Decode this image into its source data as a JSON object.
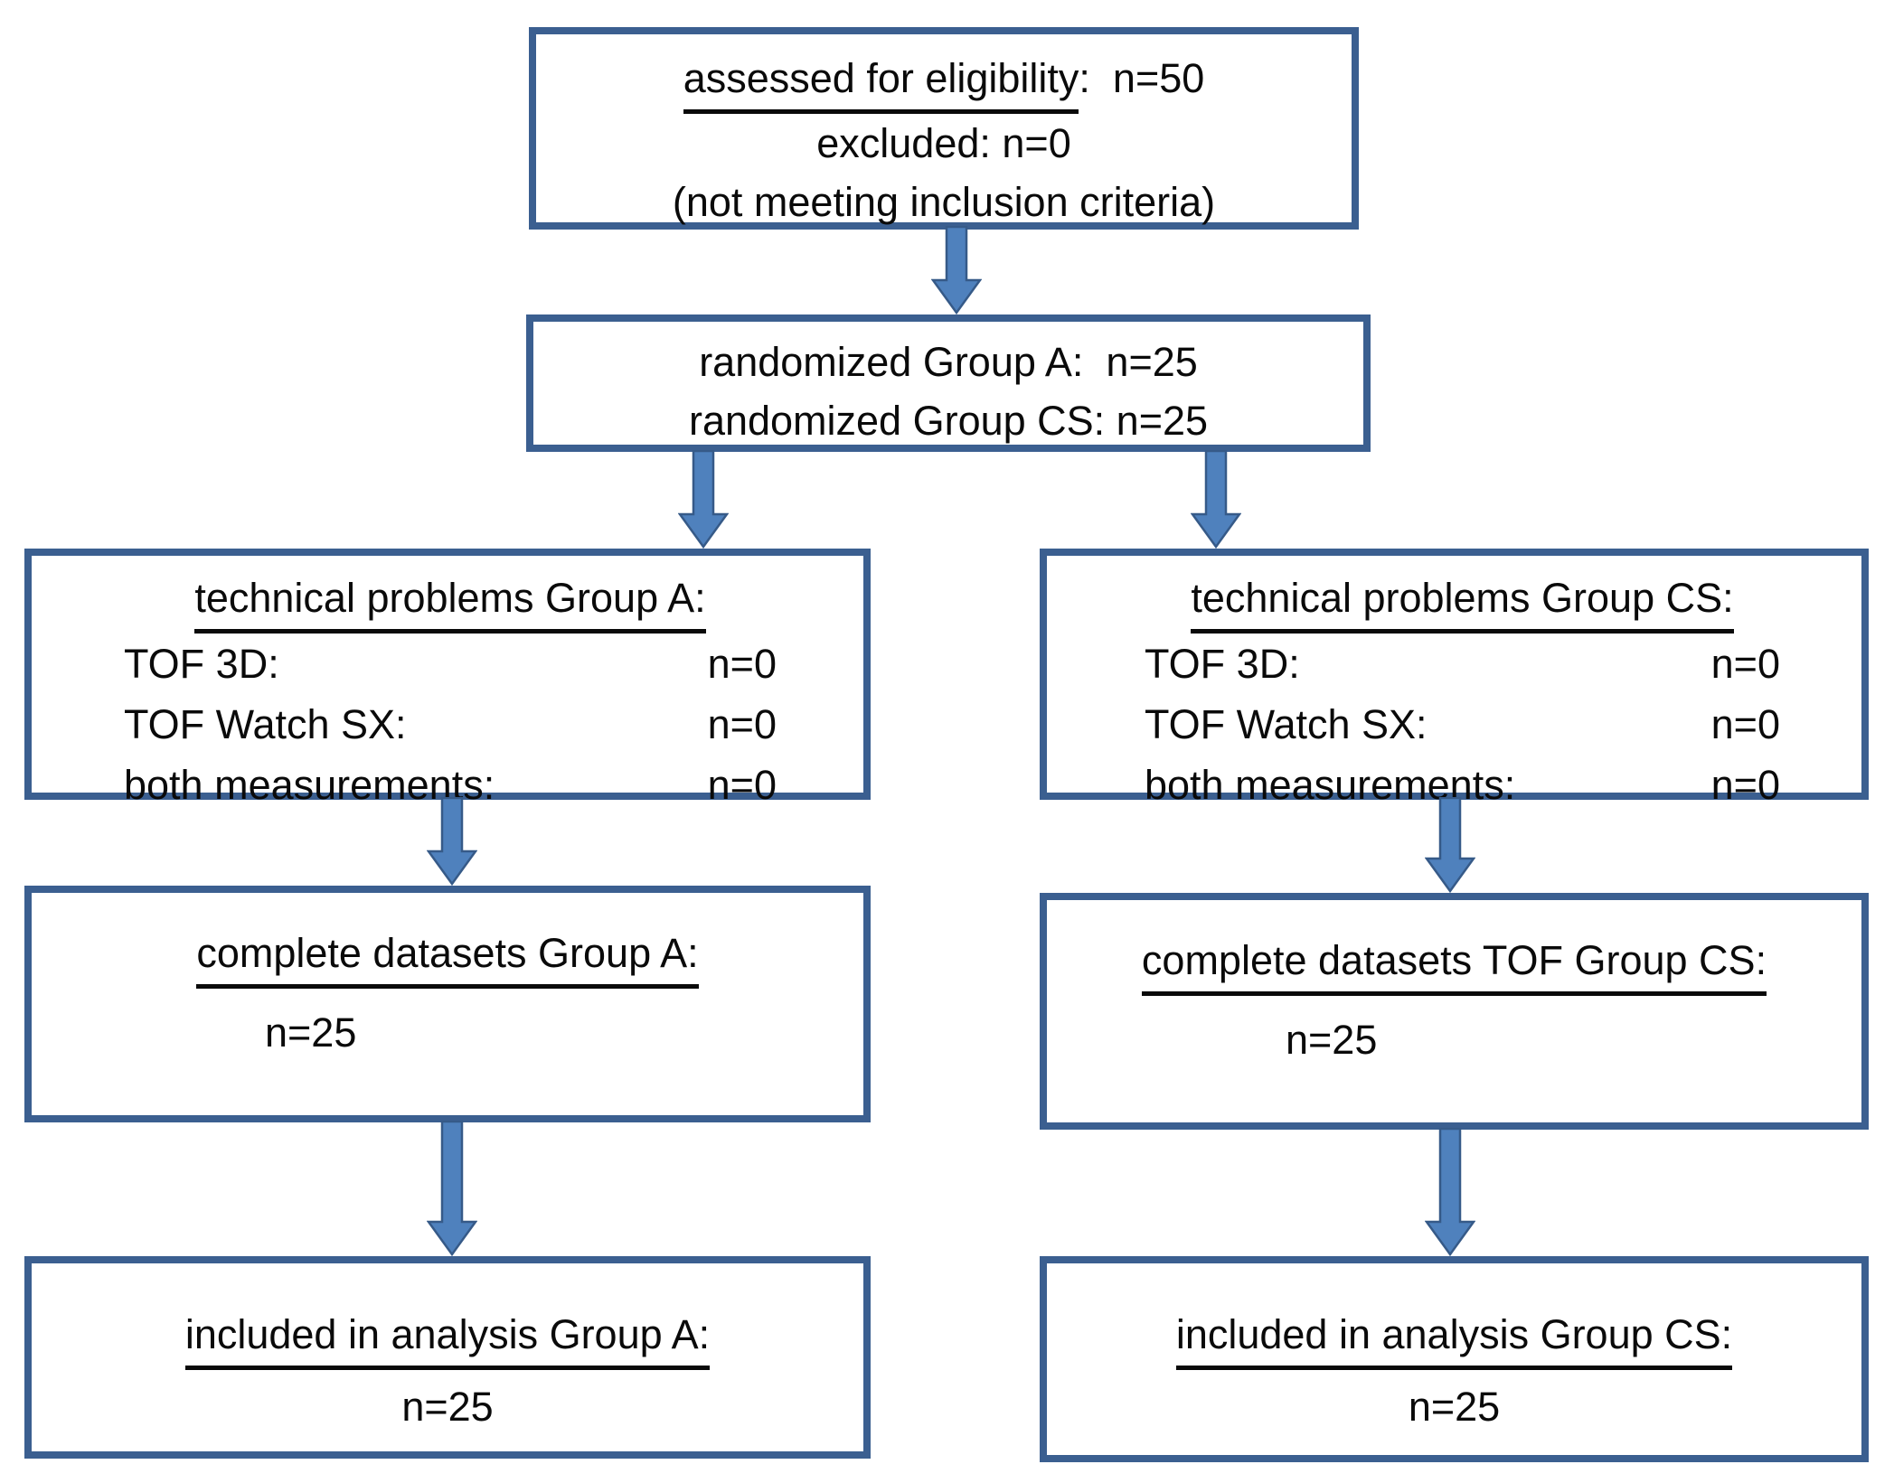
{
  "colors": {
    "box_border": "#3b5f90",
    "arrow_fill": "#4f81bd",
    "arrow_outline": "#365a88",
    "text": "#0a0a0a",
    "background": "#ffffff"
  },
  "boxes": {
    "eligibility": {
      "title_underlined": "assessed for eligibility",
      "title_suffix": ":  n=50",
      "line2": "excluded: n=0",
      "line3": "(not meeting inclusion criteria)"
    },
    "randomized": {
      "line1": "randomized Group A:  n=25",
      "line2": "randomized Group CS: n=25"
    },
    "tech_a": {
      "header": "technical problems Group A:",
      "rows": [
        {
          "label": "TOF 3D:",
          "value": "n=0"
        },
        {
          "label": "TOF Watch SX:",
          "value": "n=0"
        },
        {
          "label": "both measurements:",
          "value": "n=0"
        }
      ]
    },
    "tech_cs": {
      "header": "technical problems Group CS:",
      "rows": [
        {
          "label": "TOF 3D:",
          "value": "n=0"
        },
        {
          "label": "TOF Watch SX:",
          "value": "n=0"
        },
        {
          "label": "both measurements:",
          "value": "n=0"
        }
      ]
    },
    "complete_a": {
      "header": "complete datasets Group A:",
      "value": "n=25"
    },
    "complete_cs": {
      "header": "complete datasets TOF Group CS:",
      "value": "n=25"
    },
    "included_a": {
      "header": "included in analysis Group A:",
      "value": "n=25"
    },
    "included_cs": {
      "header": "included in analysis Group CS:",
      "value": "n=25"
    }
  }
}
